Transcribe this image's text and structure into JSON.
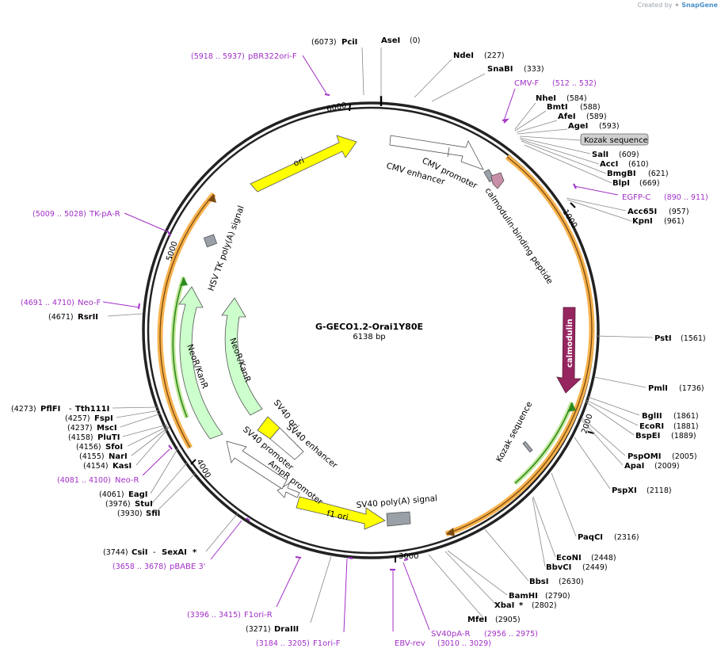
{
  "credit": {
    "prefix": "Created by",
    "brand": "SnapGene"
  },
  "plasmid": {
    "name": "G-GECO1.2-Orai1Y80E",
    "length_label": "6138 bp",
    "length": 6138
  },
  "ticks": [
    {
      "label": "1000",
      "pos": 1000
    },
    {
      "label": "2000",
      "pos": 2000
    },
    {
      "label": "3000",
      "pos": 3000
    },
    {
      "label": "4000",
      "pos": 4000
    },
    {
      "label": "5000",
      "pos": 5000
    },
    {
      "label": "6000",
      "pos": 6000
    }
  ],
  "sites": [
    {
      "name": "AseI",
      "pos": "(0)",
      "star": false
    },
    {
      "name": "NdeI",
      "pos": "(227)",
      "star": false
    },
    {
      "name": "SnaBI",
      "pos": "(333)",
      "star": false
    },
    {
      "name": "NheI",
      "pos": "(584)",
      "star": false
    },
    {
      "name": "BmtI",
      "pos": "(588)",
      "star": false
    },
    {
      "name": "AfeI",
      "pos": "(589)",
      "star": false
    },
    {
      "name": "AgeI",
      "pos": "(593)",
      "star": false
    },
    {
      "name": "SalI",
      "pos": "(609)",
      "star": false
    },
    {
      "name": "AccI",
      "pos": "(610)",
      "star": false
    },
    {
      "name": "BmgBI",
      "pos": "(621)",
      "star": false
    },
    {
      "name": "BlpI",
      "pos": "(669)",
      "star": false
    },
    {
      "name": "Acc65I",
      "pos": "(957)",
      "star": false
    },
    {
      "name": "KpnI",
      "pos": "(961)",
      "star": false
    },
    {
      "name": "PstI",
      "pos": "(1561)",
      "star": false
    },
    {
      "name": "PmlI",
      "pos": "(1736)",
      "star": false
    },
    {
      "name": "BglII",
      "pos": "(1861)",
      "star": false
    },
    {
      "name": "EcoRI",
      "pos": "(1881)",
      "star": false
    },
    {
      "name": "BspEI",
      "pos": "(1889)",
      "star": false
    },
    {
      "name": "PspOMI",
      "pos": "(2005)",
      "star": false
    },
    {
      "name": "ApaI",
      "pos": "(2009)",
      "star": false
    },
    {
      "name": "PspXI",
      "pos": "(2118)",
      "star": false
    },
    {
      "name": "PaqCI",
      "pos": "(2316)",
      "star": false
    },
    {
      "name": "EcoNI",
      "pos": "(2448)",
      "star": false
    },
    {
      "name": "BbvCI",
      "pos": "(2449)",
      "star": false
    },
    {
      "name": "BbsI",
      "pos": "(2630)",
      "star": false
    },
    {
      "name": "BamHI",
      "pos": "(2790)",
      "star": false
    },
    {
      "name": "XbaI",
      "pos": "(2802)",
      "star": true
    },
    {
      "name": "MfeI",
      "pos": "(2905)",
      "star": false
    },
    {
      "name": "DraIII",
      "pos": "(3271)",
      "star": false
    },
    {
      "name": "CsiI",
      "pos": "(3744)",
      "star": false
    },
    {
      "name": "SexAI",
      "pos": "",
      "star": true
    },
    {
      "name": "SfiI",
      "pos": "(3930)",
      "star": false
    },
    {
      "name": "StuI",
      "pos": "(3976)",
      "star": false
    },
    {
      "name": "EagI",
      "pos": "(4061)",
      "star": false
    },
    {
      "name": "KasI",
      "pos": "(4154)",
      "star": false
    },
    {
      "name": "NarI",
      "pos": "(4155)",
      "star": false
    },
    {
      "name": "SfoI",
      "pos": "(4156)",
      "star": false
    },
    {
      "name": "PluTI",
      "pos": "(4158)",
      "star": false
    },
    {
      "name": "MscI",
      "pos": "(4237)",
      "star": false
    },
    {
      "name": "FspI",
      "pos": "(4257)",
      "star": false
    },
    {
      "name": "PflFI",
      "pos": "(4273)",
      "star": false
    },
    {
      "name": "Tth111I",
      "pos": "",
      "star": false
    },
    {
      "name": "RsrII",
      "pos": "(4671)",
      "star": false
    },
    {
      "name": "PciI",
      "pos": "(6073)",
      "star": false
    }
  ],
  "primers": [
    {
      "name": "CMV-F",
      "range": "(512 .. 532)"
    },
    {
      "name": "EGFP-C",
      "range": "(890 .. 911)"
    },
    {
      "name": "SV40pA-R",
      "range": "(2956 .. 2975)"
    },
    {
      "name": "EBV-rev",
      "range": "(3010 .. 3029)"
    },
    {
      "name": "F1ori-F",
      "range": "(3184 .. 3205)"
    },
    {
      "name": "F1ori-R",
      "range": "(3396 .. 3415)"
    },
    {
      "name": "pBABE 3'",
      "range": "(3658 .. 3678)"
    },
    {
      "name": "Neo-R",
      "range": "(4081 .. 4100)"
    },
    {
      "name": "Neo-F",
      "range": "(4691 .. 4710)"
    },
    {
      "name": "TK-pA-R",
      "range": "(5009 .. 5028)"
    },
    {
      "name": "pBR322ori-F",
      "range": "(5918 .. 5937)"
    }
  ],
  "features": {
    "kozak_label": "Kozak sequence",
    "cmv_enhancer": "CMV enhancer",
    "cmv_promoter": "CMV promoter",
    "cam_binding": "calmodulin-binding peptide",
    "calmodulin": "calmodulin",
    "kozak_inner": "Kozak sequence",
    "sv40_polya": "SV40 poly(A) signal",
    "f1_ori": "f1 ori",
    "ampr_promoter": "AmpR promoter",
    "sv40_promoter": "SV40 promoter",
    "sv40_ori": "SV40 ori",
    "sv40_enhancer": "SV40 enhancer",
    "neo_outer": "NeoR/KanR",
    "neo_inner": "NeoR/KanR",
    "hsv_tk": "HSV TK poly(A) signal",
    "ori": "ori"
  },
  "colors": {
    "primer": "#a12fc6",
    "ori": "#ffff00",
    "calmodulin": "#962660",
    "neo": "#ccffcc",
    "gfp_orange": "#f7b24d",
    "gfp_green": "#2d8a1f",
    "grey_box": "#9aa0a8",
    "backbone": "#222222"
  }
}
